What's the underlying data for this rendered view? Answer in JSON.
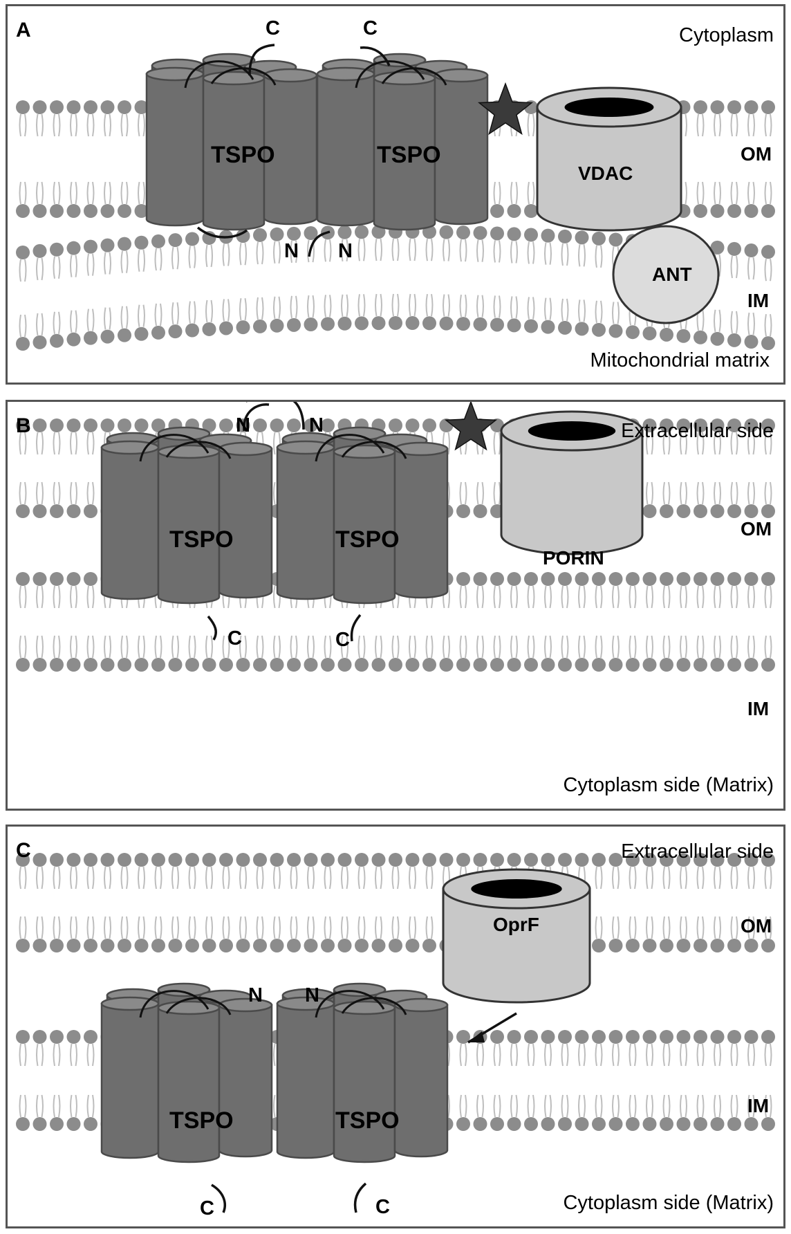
{
  "colors": {
    "helix": "#6e6e6e",
    "helix_top": "#8a8a8a",
    "helix_edge": "#4a4a4a",
    "channel": "#c8c8c8",
    "lipid_head": "#8c8c8c",
    "lipid_tail": "#bdbdbd",
    "border": "#555555",
    "star": "#3a3a3a"
  },
  "panels": [
    {
      "label": "A",
      "top_side": "Cytoplasm",
      "bottom_side": "Mitochondrial matrix",
      "outer_membrane": "OM",
      "inner_membrane": "IM",
      "proteins": [
        "TSPO",
        "TSPO"
      ],
      "channel": "VDAC",
      "partner": "ANT",
      "termini": {
        "top": [
          "C",
          "C"
        ],
        "bottom": [
          "N",
          "N"
        ]
      }
    },
    {
      "label": "B",
      "top_side": "Extracellular side",
      "bottom_side": "Cytoplasm side (Matrix)",
      "outer_membrane": "OM",
      "inner_membrane": "IM",
      "proteins": [
        "TSPO",
        "TSPO"
      ],
      "channel": "PORIN",
      "termini": {
        "top": [
          "N",
          "N"
        ],
        "bottom": [
          "C",
          "C"
        ]
      }
    },
    {
      "label": "C",
      "top_side": "Extracellular side",
      "bottom_side": "Cytoplasm side (Matrix)",
      "outer_membrane": "OM",
      "inner_membrane": "IM",
      "proteins": [
        "TSPO",
        "TSPO"
      ],
      "channel": "OprF",
      "termini": {
        "top": [
          "N",
          "N"
        ],
        "bottom": [
          "C",
          "C"
        ]
      }
    }
  ]
}
